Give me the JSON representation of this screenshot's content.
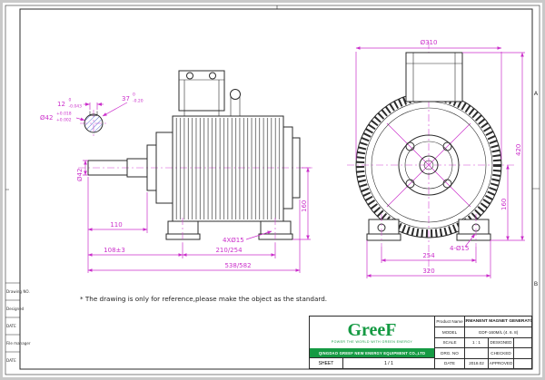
{
  "frame": {
    "zones": {
      "a": "A",
      "b": "B"
    },
    "note": "* The drawing is only for reference,please make the object as the standard."
  },
  "left_strip": {
    "items": [
      "Drawing NO.",
      "Designed",
      "DATE",
      "File manager",
      "DATE"
    ]
  },
  "colors": {
    "dimension": "#cb2fcb",
    "line": "#2b2b2b",
    "logo_green": "#159a43"
  },
  "dims": {
    "side": {
      "shaft_dia": "Ø42",
      "len_shaft": "110",
      "len_108": "108±3",
      "len_210": "210/254",
      "len_total": "538/582",
      "height_160": "160",
      "foot_holes": "4XØ15"
    },
    "front": {
      "dia_outer": "Ø310",
      "height_total": "420",
      "height_center": "160",
      "foot_span": "254",
      "base_width": "320",
      "foot_holes": "4-Ø15"
    },
    "detail": {
      "key_w": "12",
      "key_w_up": "0",
      "key_w_lo": "-0.043",
      "key_h": "37",
      "key_h_up": "0",
      "key_h_lo": "-0.20",
      "dia": "Ø42",
      "dia_up": "+0.018",
      "dia_lo": "+0.002"
    }
  },
  "title_block": {
    "logo": "GreeF",
    "tagline": "POWER THE WORLD WITH GREEN ENERGY",
    "company": "QINGDAO GREEF NEW ENERGY EQUIPMENT CO.,LTD",
    "sheet_label": "SHEET",
    "sheet_value": "1 / 1",
    "product_label": "Product Name",
    "product_value": "PERMANENT MAGNET GENERATOR",
    "model_label": "MODEL",
    "model_value": "GDF-160M/L (4. 6. 8)",
    "scale_label": "SCALE",
    "scale_value": "1 : 1",
    "designed_label": "DESIGNED",
    "drg_label": "DRG. NO",
    "checked_label": "CHECKED",
    "date_label": "DATE",
    "date_value": "2018.02",
    "approved_label": "APPROVED"
  }
}
